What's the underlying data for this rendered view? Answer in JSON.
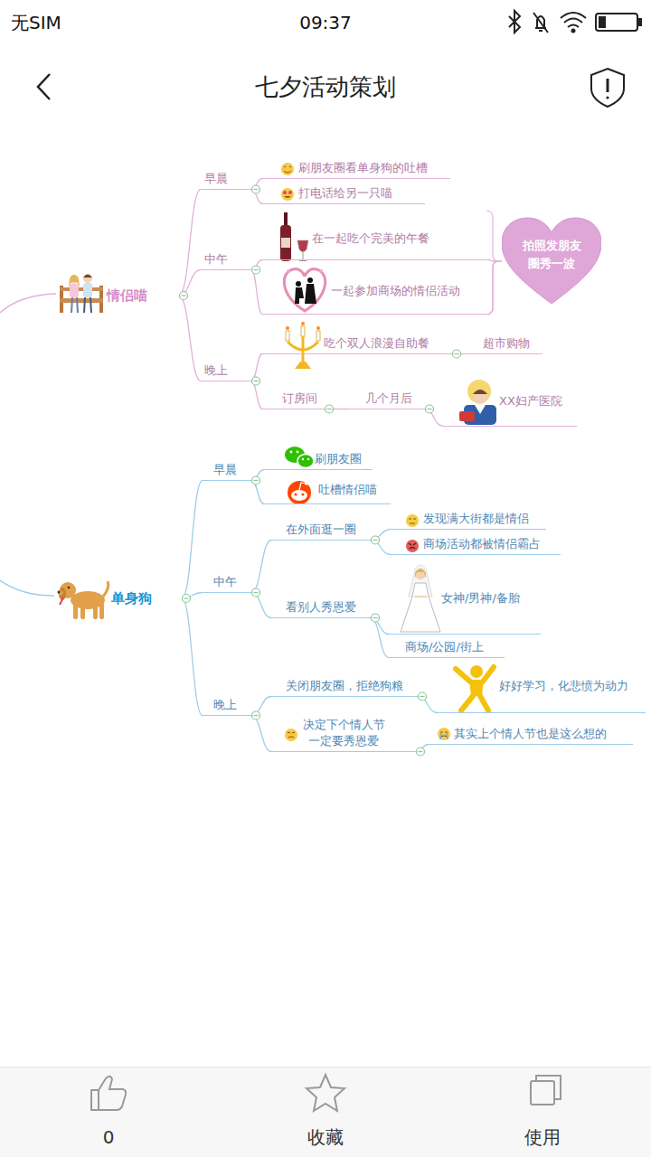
{
  "diagram": {
    "title": "七夕活动策划",
    "nodes": [
      {
        "text": [
          "情侣喵"
        ]
      },
      {
        "text": [
          "早晨"
        ]
      },
      {
        "text": [
          "刷朋友圈看单身狗的吐槽"
        ]
      },
      {
        "text": [
          "打电话给另一只喵"
        ]
      },
      {
        "text": [
          "中午"
        ]
      },
      {
        "text": [
          "在一起吃个完美的午餐"
        ]
      },
      {
        "text": [
          "一起参加商场的情侣活动"
        ]
      },
      {
        "text": [
          "拍照发朋友圈秀一波"
        ]
      },
      {
        "text": [
          "晚上"
        ]
      },
      {
        "text": [
          "吃个双人浪漫自助餐"
        ]
      },
      {
        "text": [
          "超市购物"
        ]
      },
      {
        "text": [
          "订房间"
        ]
      },
      {
        "text": [
          "几个月后"
        ]
      },
      {
        "text": [
          "XX妇产医院"
        ]
      },
      {
        "text": [
          "单身狗"
        ]
      },
      {
        "text": [
          "早晨"
        ]
      },
      {
        "text": [
          "刷朋友圈"
        ]
      },
      {
        "text": [
          "吐槽情侣喵"
        ]
      },
      {
        "text": [
          "中午"
        ]
      },
      {
        "text": [
          "在外面逛一圈"
        ]
      },
      {
        "text": [
          "发现满大街都是情侣"
        ]
      },
      {
        "text": [
          "商场活动都被情侣霸占"
        ]
      },
      {
        "text": [
          "看别人秀恩爱"
        ]
      },
      {
        "text": [
          "女神/男神/备胎"
        ]
      },
      {
        "text": [
          "商场/公园/街上"
        ]
      },
      {
        "text": [
          "晚上"
        ]
      },
      {
        "text": [
          "关闭朋友圈，拒绝狗粮"
        ]
      },
      {
        "text": [
          "好好学习，化悲愤为动力"
        ]
      },
      {
        "text": [
          "决定下个情人节 一定要秀恩爱"
        ]
      },
      {
        "text": [
          "其实上个情人节也是这么想的"
        ]
      }
    ],
    "edges": [
      {
        "from": 0,
        "to": 1,
        "arrow": "none"
      },
      {
        "from": 1,
        "to": 2,
        "arrow": "none"
      },
      {
        "from": 1,
        "to": 3,
        "arrow": "none"
      },
      {
        "from": 0,
        "to": 4,
        "arrow": "none"
      },
      {
        "from": 4,
        "to": 5,
        "arrow": "none"
      },
      {
        "from": 4,
        "to": 6,
        "arrow": "none"
      },
      {
        "from": 5,
        "to": 7,
        "arrow": "none"
      },
      {
        "from": 6,
        "to": 7,
        "arrow": "none"
      },
      {
        "from": 0,
        "to": 8,
        "arrow": "none"
      },
      {
        "from": 8,
        "to": 9,
        "arrow": "none"
      },
      {
        "from": 9,
        "to": 10,
        "arrow": "none"
      },
      {
        "from": 8,
        "to": 11,
        "arrow": "none"
      },
      {
        "from": 11,
        "to": 12,
        "arrow": "none"
      },
      {
        "from": 12,
        "to": 13,
        "arrow": "none"
      },
      {
        "from": 14,
        "to": 15,
        "arrow": "none"
      },
      {
        "from": 15,
        "to": 16,
        "arrow": "none"
      },
      {
        "from": 15,
        "to": 17,
        "arrow": "none"
      },
      {
        "from": 14,
        "to": 18,
        "arrow": "none"
      },
      {
        "from": 18,
        "to": 19,
        "arrow": "none"
      },
      {
        "from": 19,
        "to": 20,
        "arrow": "none"
      },
      {
        "from": 19,
        "to": 21,
        "arrow": "none"
      },
      {
        "from": 18,
        "to": 22,
        "arrow": "none"
      },
      {
        "from": 22,
        "to": 23,
        "arrow": "none"
      },
      {
        "from": 22,
        "to": 24,
        "arrow": "none"
      },
      {
        "from": 14,
        "to": 25,
        "arrow": "none"
      },
      {
        "from": 25,
        "to": 26,
        "arrow": "none"
      },
      {
        "from": 26,
        "to": 27,
        "arrow": "none"
      },
      {
        "from": 25,
        "to": 28,
        "arrow": "none"
      },
      {
        "from": 28,
        "to": 29,
        "arrow": "none"
      }
    ],
    "labels": [
      "无SIM",
      "09:37",
      "0",
      "收藏",
      "使用"
    ]
  }
}
